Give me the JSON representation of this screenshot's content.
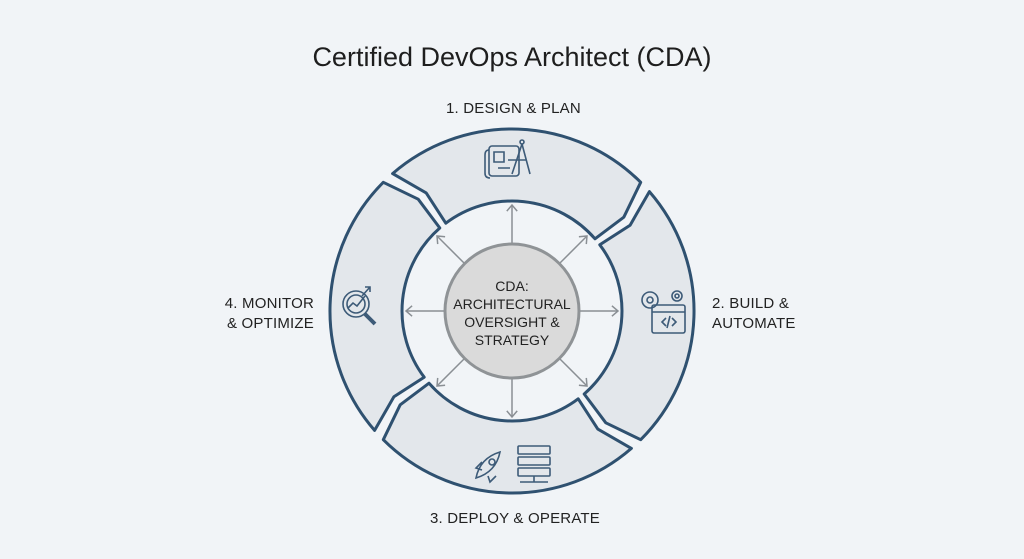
{
  "title": "Certified DevOps Architect (CDA)",
  "center": {
    "line1": "CDA:",
    "line2": "ARCHITECTURAL",
    "line3": "OVERSIGHT &",
    "line4": "STRATEGY"
  },
  "stages": [
    {
      "label": "1. DESIGN & PLAN",
      "icon": "blueprint-compass-icon"
    },
    {
      "label_line1": "2. BUILD &",
      "label_line2": "AUTOMATE",
      "icon": "gears-code-window-icon"
    },
    {
      "label": "3. DEPLOY & OPERATE",
      "icon": "rocket-server-icon"
    },
    {
      "label_line1": "4. MONITOR",
      "label_line2": "& OPTIMIZE",
      "icon": "magnifier-chart-icon"
    }
  ],
  "colors": {
    "background": "#f1f4f7",
    "ring_fill": "#e3e7eb",
    "ring_stroke": "#2f5170",
    "center_fill": "#dadada",
    "arrow": "#8a8f94"
  }
}
